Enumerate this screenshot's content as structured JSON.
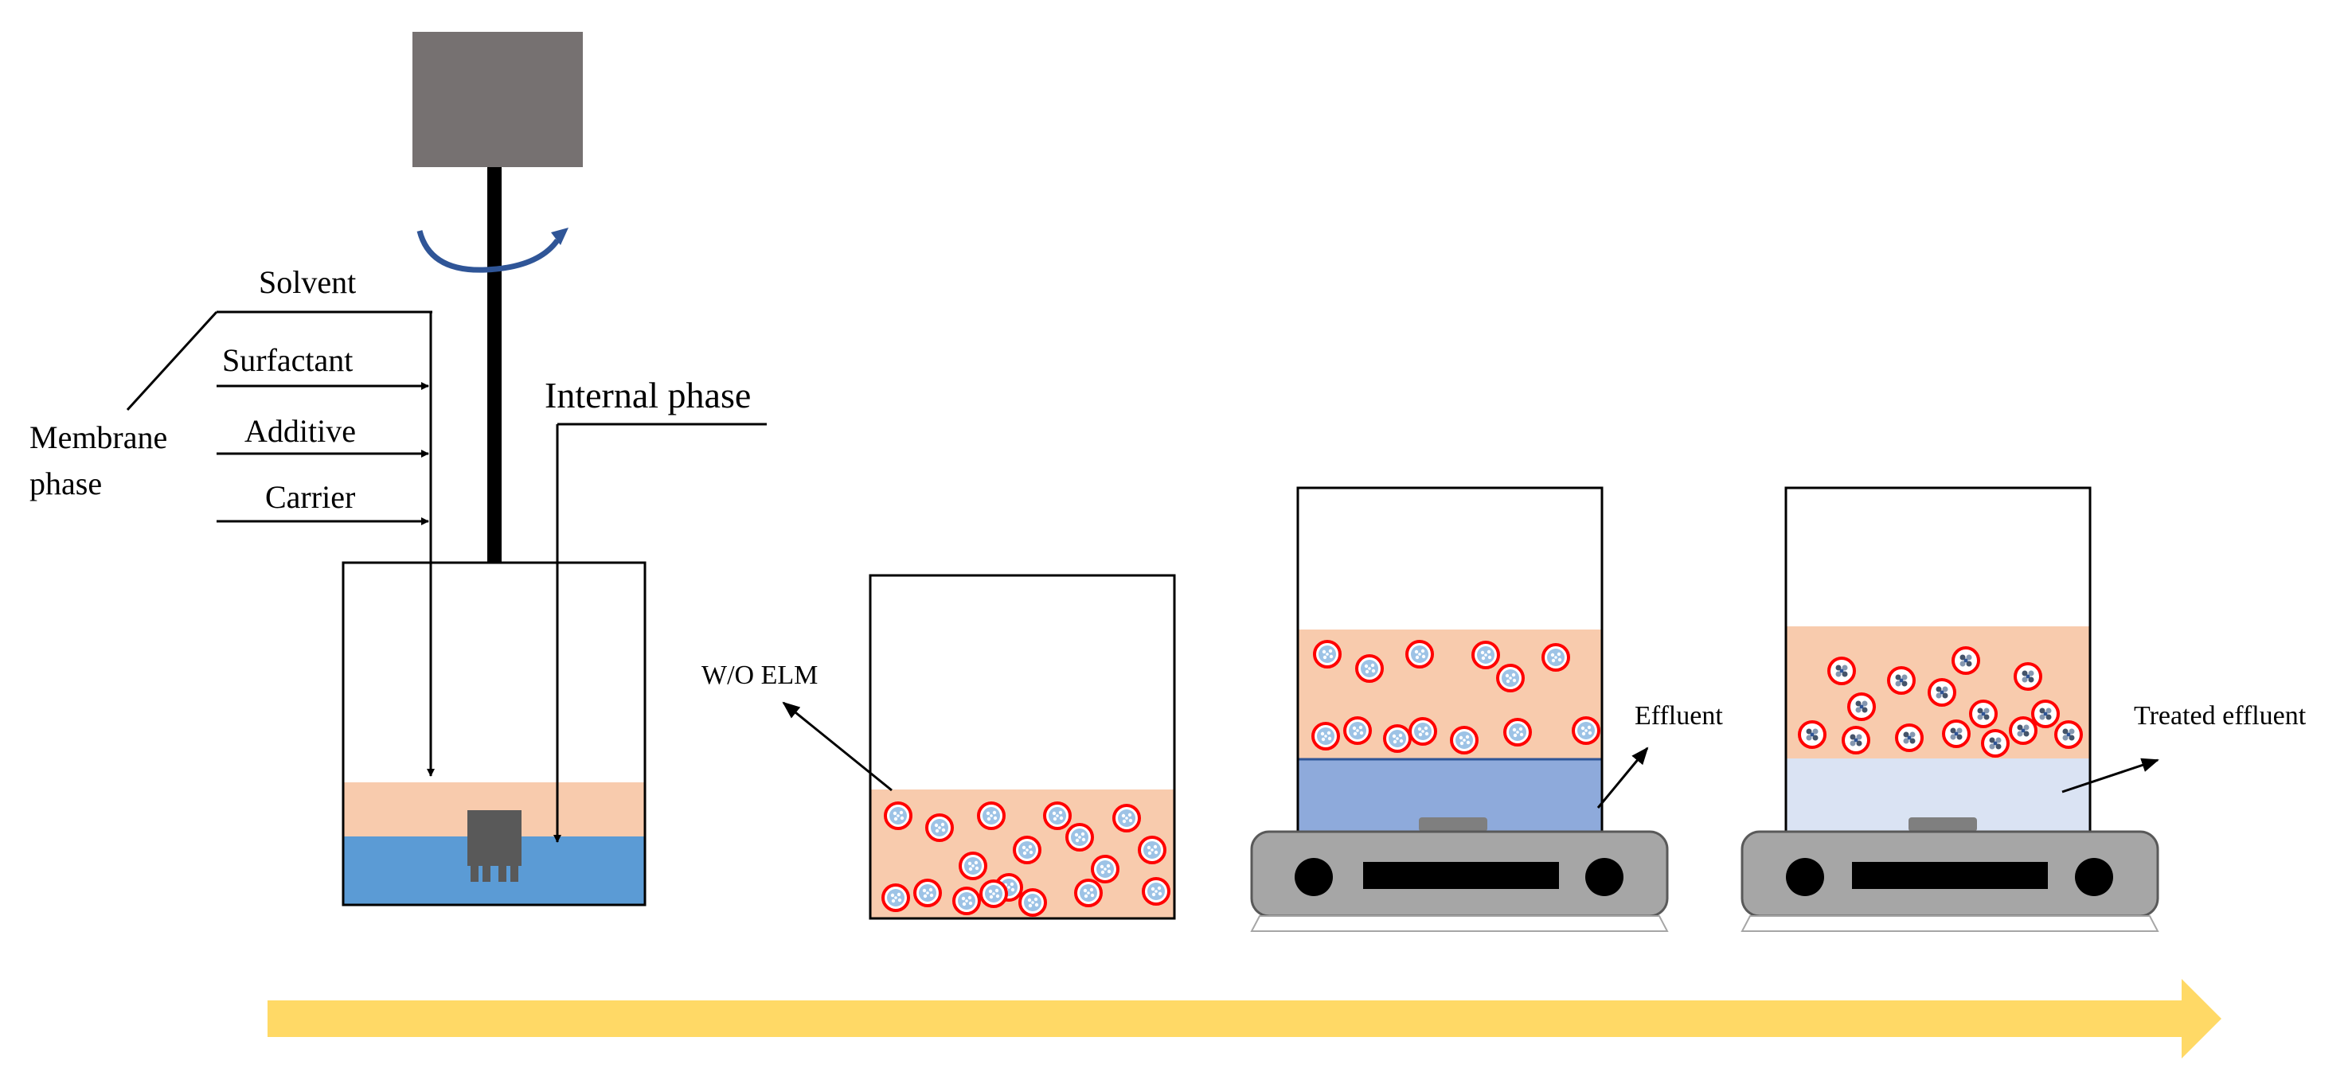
{
  "labels": {
    "solvent": "Solvent",
    "surfactant": "Surfactant",
    "additive": "Additive",
    "carrier": "Carrier",
    "membrane_line1": "Membrane",
    "membrane_line2": "phase",
    "internal_phase": "Internal phase",
    "wo_elm": "W/O ELM",
    "effluent": "Effluent",
    "treated_effluent": "Treated effluent"
  },
  "colors": {
    "membrane_phase": "#f8cbad",
    "internal_aqueous": "#5b9bd5",
    "effluent": "#8eaadb",
    "treated_effluent": "#dae3f3",
    "motor": "#767171",
    "stirrer_plate": "#a6a6a6",
    "droplet_border": "#ff0000",
    "droplet_fill": "#9dc3e6",
    "loaded_droplet_fill": "#8497b0",
    "rotation_arrow": "#2f5597",
    "process_arrow": "#ffd966"
  },
  "icons": {
    "motor": "motor-icon",
    "rotation": "rotation-arrow-icon",
    "impeller": "impeller-icon",
    "hot_plate": "magnetic-stirrer-icon",
    "process_direction": "process-arrow-icon"
  }
}
